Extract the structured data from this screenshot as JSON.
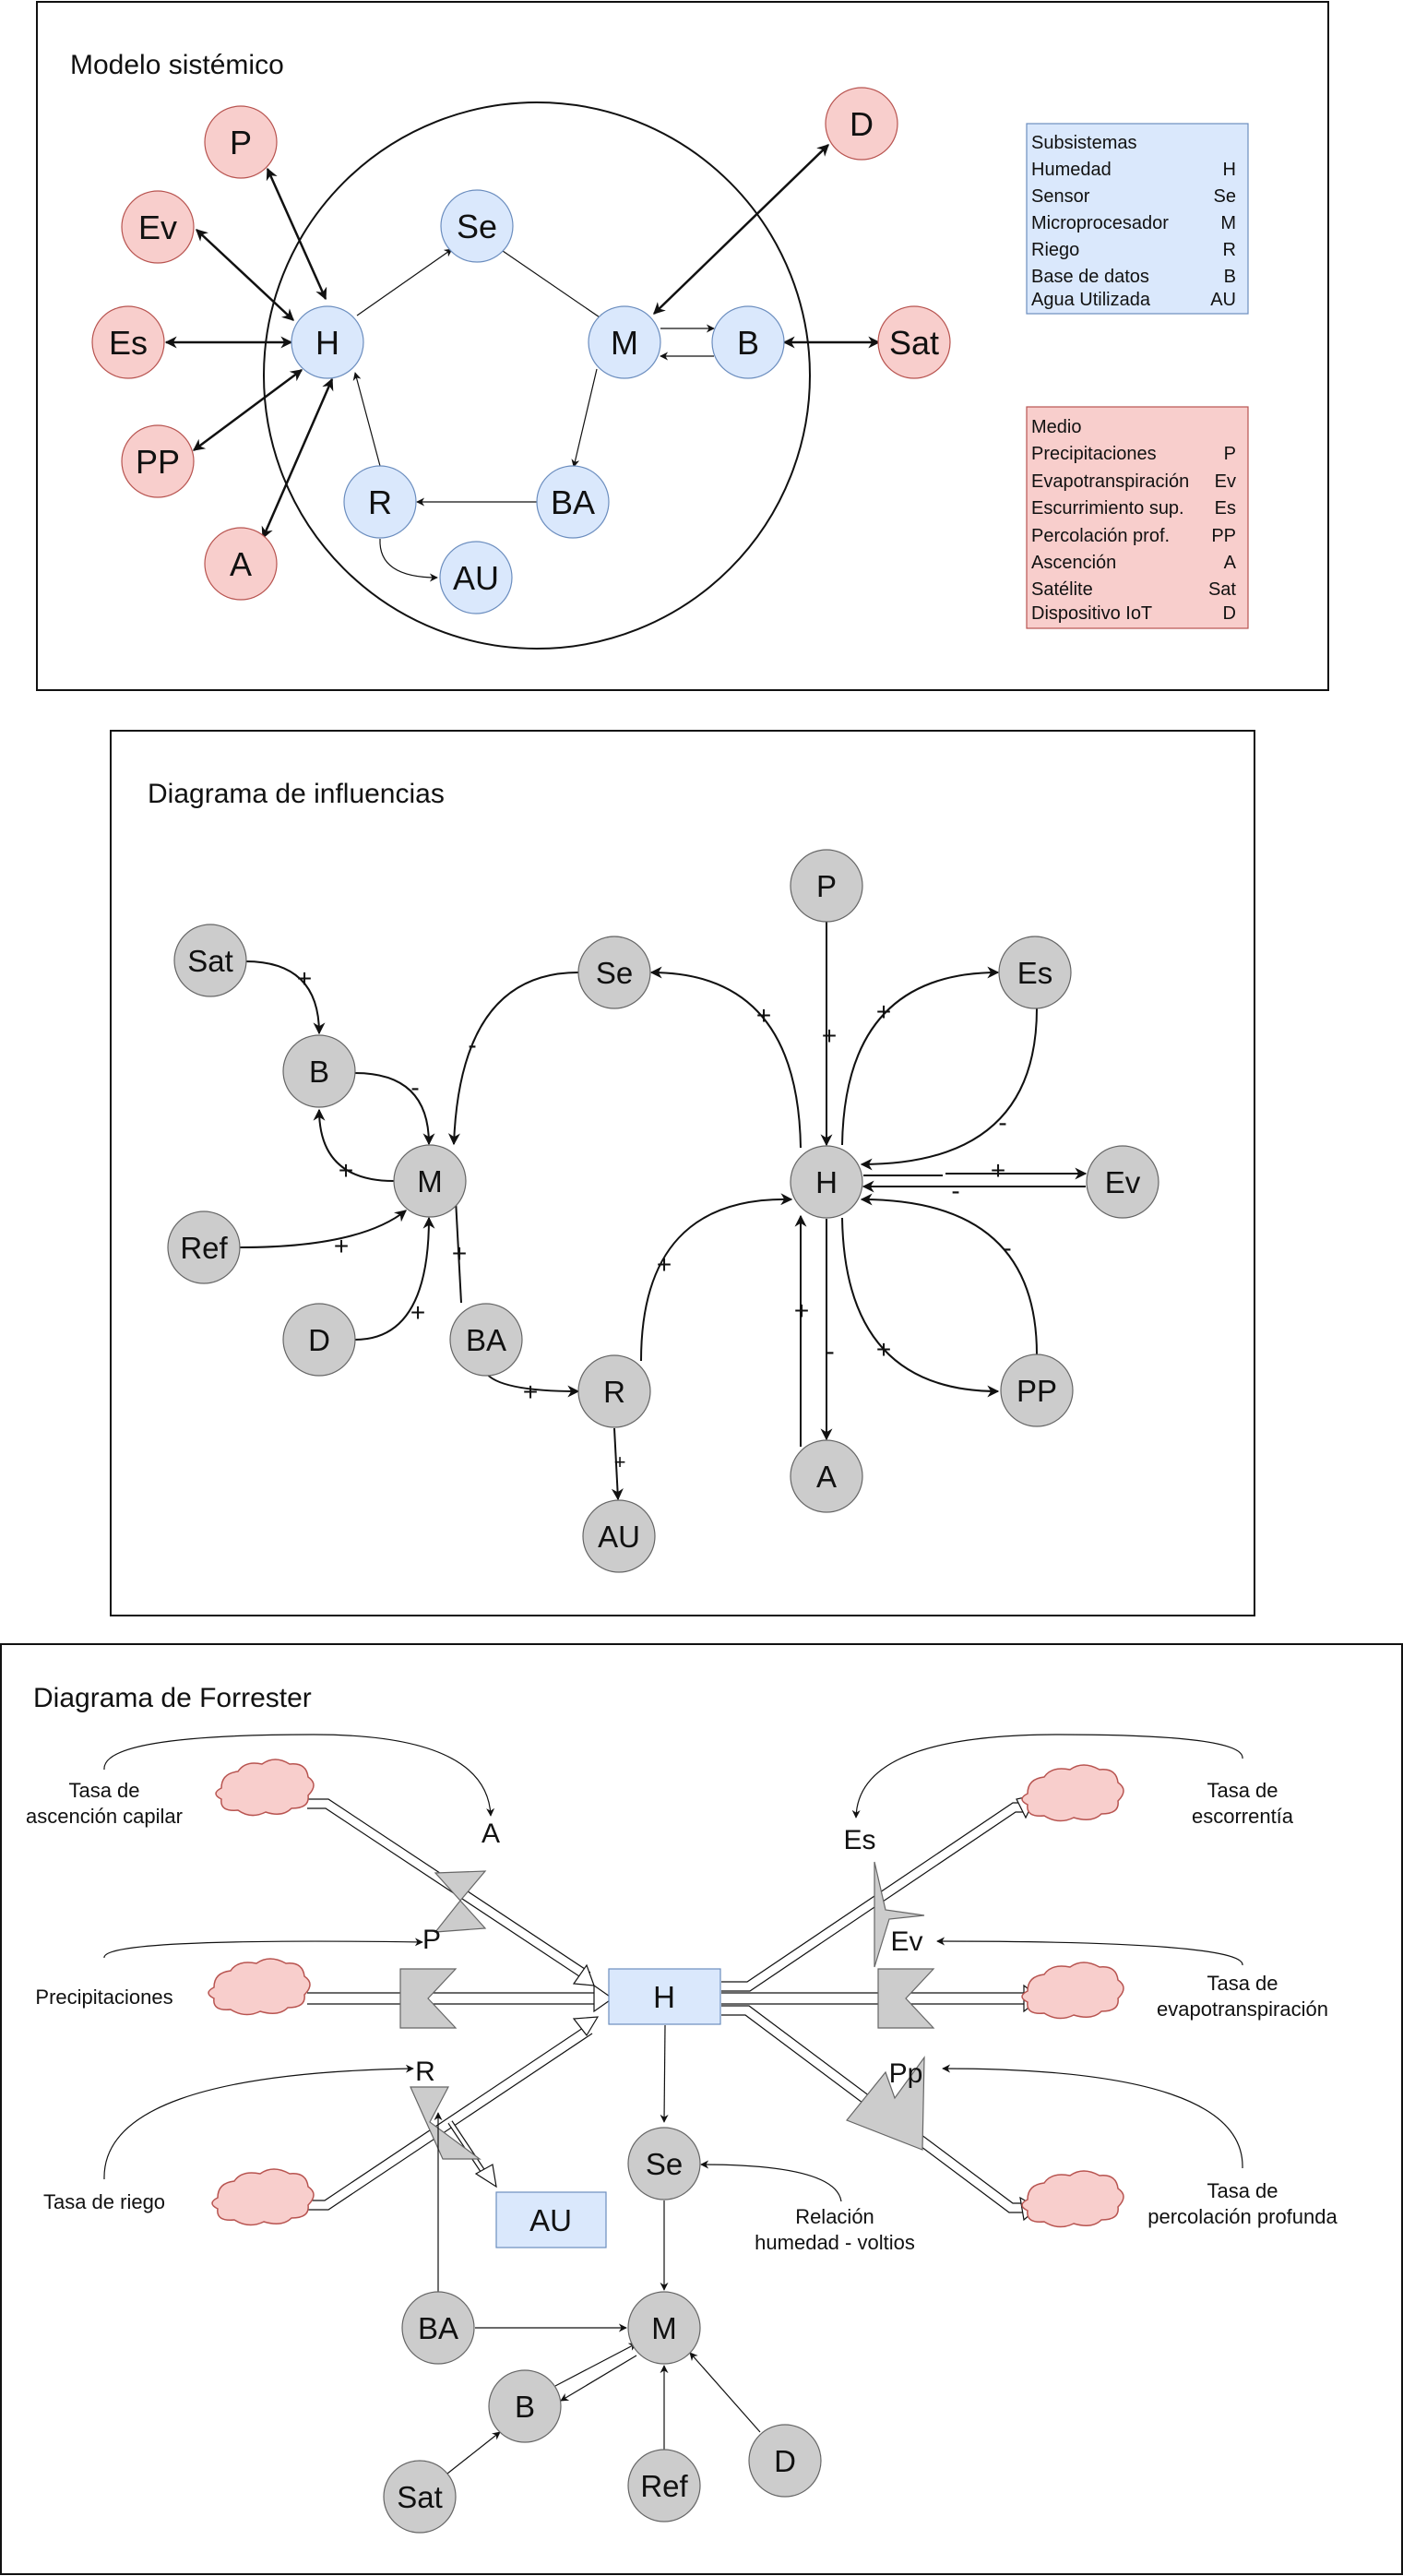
{
  "colors": {
    "subsystem_fill": "#dae8fc",
    "subsystem_stroke": "#6c8ebf",
    "medium_fill": "#f8cecc",
    "medium_stroke": "#b85450",
    "gray_fill": "#cccccc",
    "gray_stroke": "#666666",
    "cloud_fill": "#f8cecc",
    "cloud_stroke": "#b85450"
  },
  "panel1": {
    "title": "Modelo sistémico",
    "nodes": {
      "P": "P",
      "Ev": "Ev",
      "Es": "Es",
      "PP": "PP",
      "A": "A",
      "D": "D",
      "Sat": "Sat",
      "H": "H",
      "Se": "Se",
      "M": "M",
      "B": "B",
      "R": "R",
      "BA": "BA",
      "AU": "AU"
    },
    "legend_subsystems": {
      "heading": "Subsistemas",
      "rows": [
        {
          "name": "Humedad",
          "code": "H"
        },
        {
          "name": "Sensor",
          "code": "Se"
        },
        {
          "name": "Microprocesador",
          "code": "M"
        },
        {
          "name": "Riego",
          "code": "R"
        },
        {
          "name": "Base de datos",
          "code": "B"
        },
        {
          "name": "Agua Utilizada",
          "code": "AU"
        }
      ]
    },
    "legend_medium": {
      "heading": "Medio",
      "rows": [
        {
          "name": "Precipitaciones",
          "code": "P"
        },
        {
          "name": "Evapotranspiración",
          "code": "Ev"
        },
        {
          "name": "Escurrimiento sup.",
          "code": "Es"
        },
        {
          "name": "Percolación prof.",
          "code": "PP"
        },
        {
          "name": "Ascención",
          "code": "A"
        },
        {
          "name": "Satélite",
          "code": "Sat"
        },
        {
          "name": "Dispositivo IoT",
          "code": "D"
        }
      ]
    }
  },
  "panel2": {
    "title": "Diagrama de influencias",
    "nodes": {
      "Sat": "Sat",
      "B": "B",
      "Ref": "Ref",
      "M": "M",
      "D": "D",
      "BA": "BA",
      "Se": "Se",
      "R": "R",
      "AU": "AU",
      "P": "P",
      "H": "H",
      "A": "A",
      "Es": "Es",
      "Ev": "Ev",
      "PP": "PP"
    },
    "signs": {
      "sat_b": "+",
      "b_m": "-",
      "m_b": "+",
      "ref_m": "+",
      "d_m": "+",
      "se_m": "-",
      "m_ba": "+",
      "ba_r": "+",
      "r_au": "+",
      "r_h": "+",
      "h_se": "+",
      "p_h": "+",
      "h_es": "+",
      "es_h": "-",
      "h_ev": "+",
      "ev_h": "-",
      "pp_h": "-",
      "h_pp": "+",
      "h_a": "-",
      "a_h": "+"
    }
  },
  "panel3": {
    "title": "Diagrama de Forrester",
    "stock": "H",
    "stock_au": "AU",
    "valves": {
      "A": "A",
      "P": "P",
      "R": "R",
      "Es": "Es",
      "Ev": "Ev",
      "Pp": "Pp"
    },
    "aux": {
      "Se": "Se",
      "M": "M",
      "BA": "BA",
      "B": "B",
      "Sat": "Sat",
      "Ref": "Ref",
      "D": "D"
    },
    "labels": {
      "ascencion_l1": "Tasa de",
      "ascencion_l2": "ascención capilar",
      "precipitaciones": "Precipitaciones",
      "riego": "Tasa de riego",
      "escorrentia_l1": "Tasa de",
      "escorrentia_l2": "escorrentía",
      "evapo_l1": "Tasa de",
      "evapo_l2": "evapotranspiración",
      "percolacion_l1": "Tasa de",
      "percolacion_l2": "percolación profunda",
      "relacion_l1": "Relación",
      "relacion_l2": "humedad - voltios"
    }
  }
}
